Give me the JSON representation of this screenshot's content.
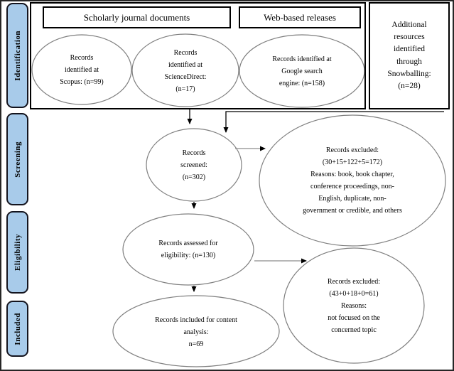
{
  "figure": {
    "type": "prisma-flow-diagram",
    "palette": {
      "sidebar_fill": "#A8CBEA",
      "sidebar_border": "#14141E",
      "box_border": "#000000",
      "ellipse_stroke": "#7F7F7F",
      "connector_gray": "#8C8C8C",
      "arrow_black": "#000000",
      "background": "#FFFFFF"
    }
  },
  "sidebar": {
    "items": [
      {
        "label": "Identification"
      },
      {
        "label": "Screening"
      },
      {
        "label": "Eligibility"
      },
      {
        "label": "Included"
      }
    ]
  },
  "headers": {
    "scholarly": "Scholarly journal documents",
    "web": "Web-based releases"
  },
  "snowballing": {
    "text": "Additional\nresources\nidentified\nthrough\nSnowballing:\n(n=28)"
  },
  "nodes": {
    "scopus": "Records\nidentified at\nScopus: (n=99)",
    "sciencedirect": "Records\nidentified at\nScienceDirect:\n(n=17)",
    "google": "Records identified at\nGoogle search\nengine: (n=158)",
    "screened": "Records\nscreened:\n(n=302)",
    "excluded_screening": "Records excluded:\n(30+15+122+5=172)\nReasons: book, book chapter,\nconference proceedings, non-\nEnglish, duplicate, non-\ngovernment or credible, and others",
    "assessed": "Records assessed for\neligibility: (n=130)",
    "excluded_eligibility": "Records excluded:\n(43+0+18+0=61)\nReasons:\nnot focused on the\nconcerned topic",
    "included": "Records included for content\nanalysis:\nn=69"
  },
  "counts": {
    "scopus": 99,
    "sciencedirect": 17,
    "google": 158,
    "snowballing": 28,
    "screened": 302,
    "excluded_screening": 172,
    "assessed": 130,
    "excluded_eligibility": 61,
    "included": 69
  }
}
